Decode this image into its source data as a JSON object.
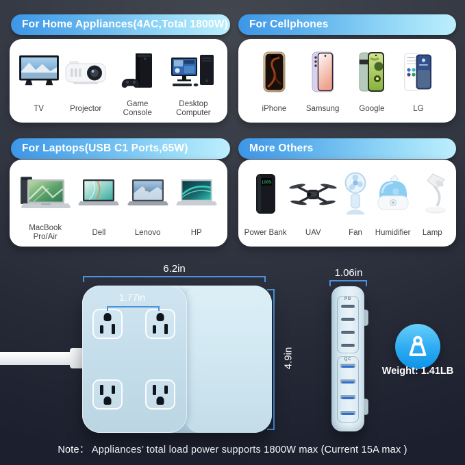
{
  "cards": [
    {
      "title": "For Home Appliances(4AC,Total 1800W)",
      "items": [
        {
          "label": "TV"
        },
        {
          "label": "Projector"
        },
        {
          "label": "Game Console"
        },
        {
          "label": "Desktop Computer"
        }
      ]
    },
    {
      "title": "For Cellphones",
      "items": [
        {
          "label": "iPhone"
        },
        {
          "label": "Samsung"
        },
        {
          "label": "Google"
        },
        {
          "label": "LG"
        }
      ]
    },
    {
      "title": "For Laptops(USB C1 Ports,65W)",
      "items": [
        {
          "label": "MacBook Pro/Air"
        },
        {
          "label": "Dell"
        },
        {
          "label": "Lenovo"
        },
        {
          "label": "HP"
        }
      ]
    },
    {
      "title": "More Others",
      "items": [
        {
          "label": "Power Bank",
          "display": "100%"
        },
        {
          "label": "UAV"
        },
        {
          "label": "Fan"
        },
        {
          "label": "Humidifier"
        },
        {
          "label": "Lamp"
        }
      ]
    }
  ],
  "diagram": {
    "width_label": "6.2in",
    "outlet_spacing_label": "1.77in",
    "height_label": "4.9in",
    "side_width_label": "1.06in",
    "usb_c_group_label": "PD",
    "usb_a_group_label": "QC",
    "weight_label": "Weight: 1.41LB"
  },
  "note": "Note：  Appliances’ total load power supports 1800W max (Current 15A max )",
  "colors": {
    "pill_gradient_start": "#3d96e6",
    "pill_gradient_end": "#bdeefd",
    "dimension_line": "#4a93dc",
    "strip_body": "#c6dfec",
    "weight_badge": "#2caaf2",
    "background_top": "#43474f",
    "background_bottom": "#1c202e"
  }
}
